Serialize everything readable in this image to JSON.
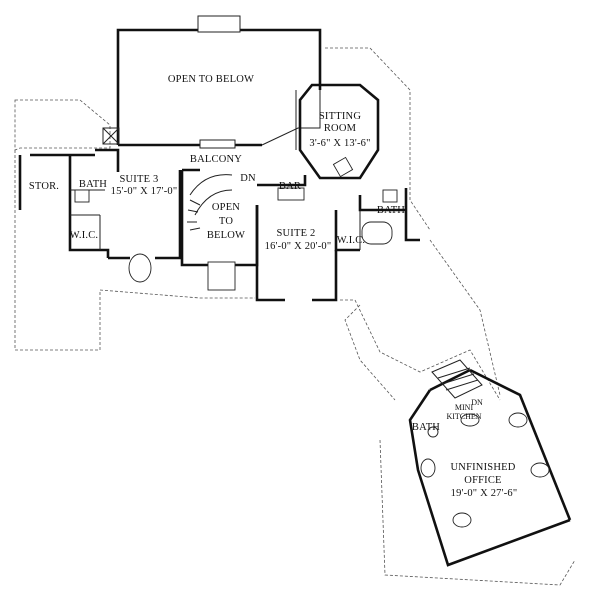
{
  "rooms": {
    "open_to_below_top": {
      "line1": "OPEN TO BELOW"
    },
    "sitting_room": {
      "line1": "SITTING",
      "line2": "ROOM",
      "dims": "3'-6\" X 13'-6\""
    },
    "balcony": {
      "line1": "BALCONY"
    },
    "stor": {
      "line1": "STOR."
    },
    "bath_left": {
      "line1": "BATH"
    },
    "suite3": {
      "line1": "SUITE 3",
      "dims": "15'-0\" X 17'-0\""
    },
    "wic_left": {
      "line1": "W.I.C."
    },
    "dn_stair": {
      "line1": "DN"
    },
    "open_to_below_mid": {
      "line1": "OPEN",
      "line2": "TO",
      "line3": "BELOW"
    },
    "bar": {
      "line1": "BAR"
    },
    "bath_right": {
      "line1": "BATH"
    },
    "suite2": {
      "line1": "SUITE 2",
      "dims": "16'-0\" X 20'-0\""
    },
    "wic_right": {
      "line1": "W.I.C."
    },
    "dn_office": {
      "line1": "DN"
    },
    "mini_kitchen": {
      "line1": "MINI",
      "line2": "KITCHEN"
    },
    "bath_office": {
      "line1": "BATH"
    },
    "unfinished_office": {
      "line1": "UNFINISHED",
      "line2": "OFFICE",
      "dims": "19'-0\" X 27'-6\""
    }
  }
}
